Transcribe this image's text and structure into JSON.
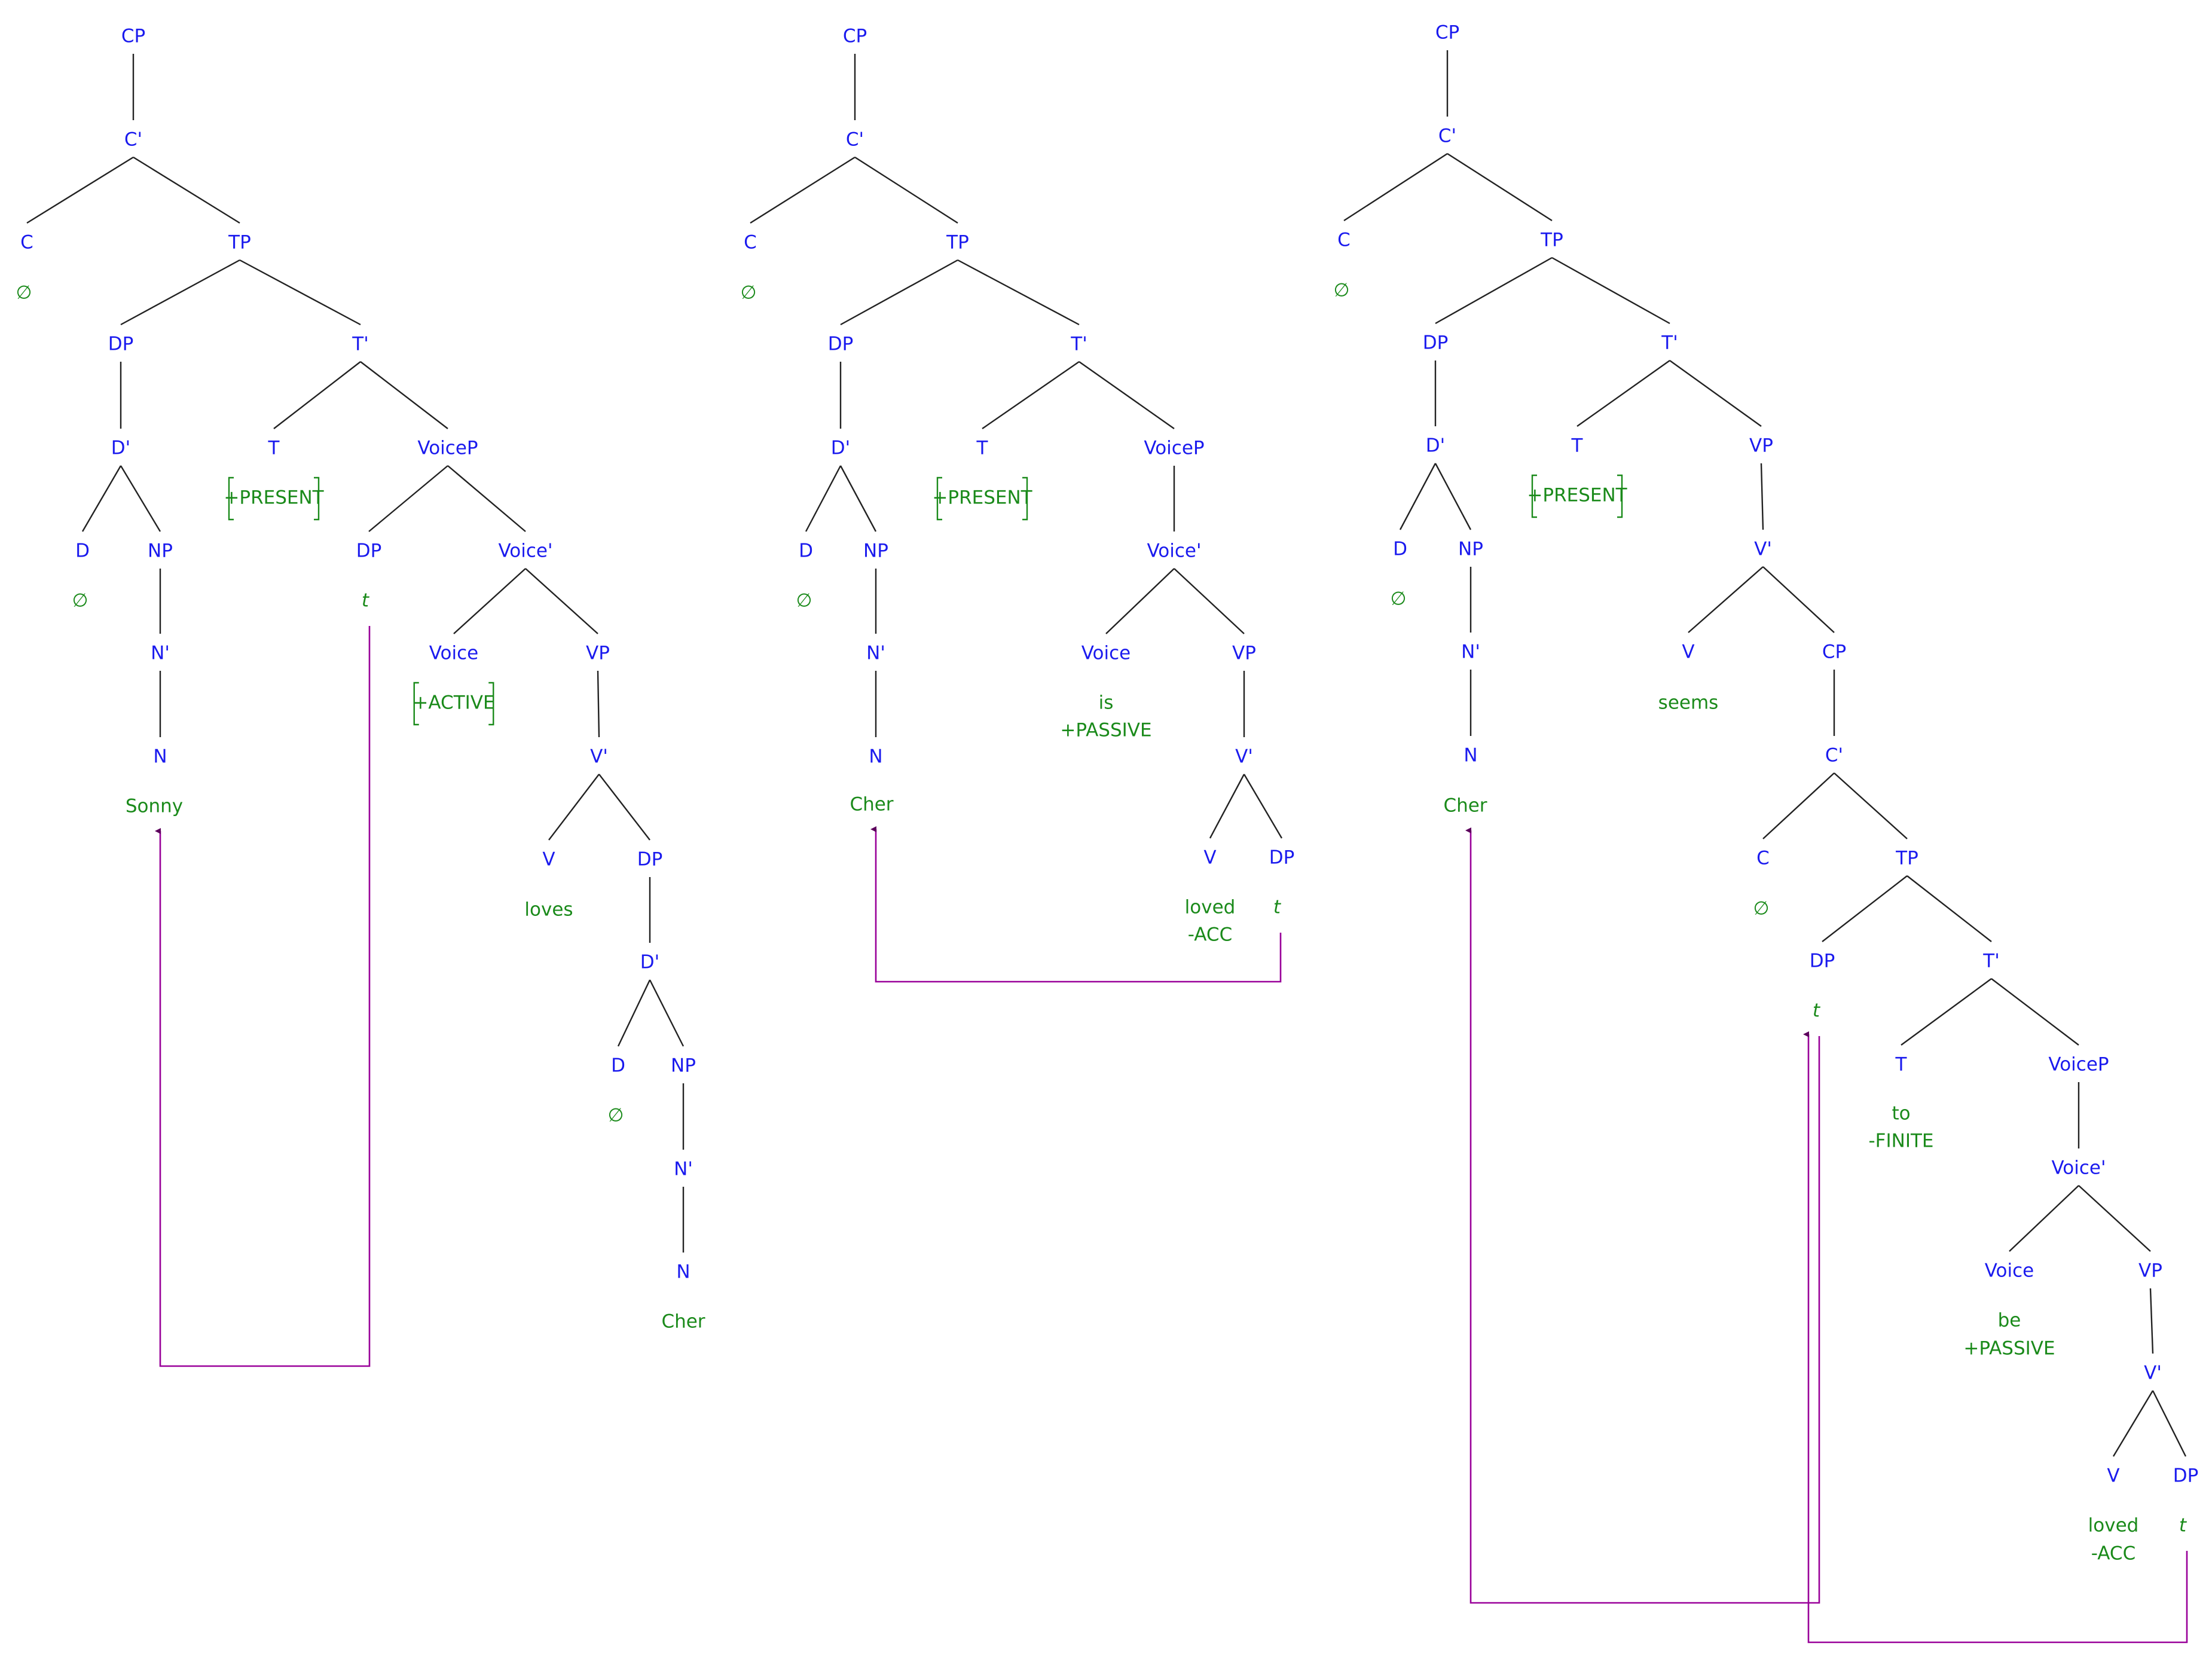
{
  "colors": {
    "category": "#1a1aee",
    "terminal": "#1a8a1a",
    "edge": "#222222",
    "movement": "#990099",
    "arrowhead": "#5c005c"
  },
  "trees": [
    {
      "id": "tree-1",
      "nodes": [
        {
          "id": "cp",
          "label": "CP",
          "kind": "cat"
        },
        {
          "id": "cbar",
          "label": "C'",
          "kind": "cat",
          "parent": "cp"
        },
        {
          "id": "c",
          "label": "C",
          "kind": "cat",
          "parent": "cbar"
        },
        {
          "id": "c-null",
          "label": "∅",
          "kind": "word",
          "parent": "c"
        },
        {
          "id": "tp",
          "label": "TP",
          "kind": "cat",
          "parent": "cbar"
        },
        {
          "id": "dp",
          "label": "DP",
          "kind": "cat",
          "parent": "tp"
        },
        {
          "id": "dbar",
          "label": "D'",
          "kind": "cat",
          "parent": "dp"
        },
        {
          "id": "d",
          "label": "D",
          "kind": "cat",
          "parent": "dbar"
        },
        {
          "id": "d-null",
          "label": "∅",
          "kind": "word",
          "parent": "d"
        },
        {
          "id": "np",
          "label": "NP",
          "kind": "cat",
          "parent": "dbar"
        },
        {
          "id": "nbar",
          "label": "N'",
          "kind": "cat",
          "parent": "np"
        },
        {
          "id": "n",
          "label": "N",
          "kind": "cat",
          "parent": "nbar"
        },
        {
          "id": "n-word",
          "label": "Sonny",
          "kind": "word",
          "parent": "n"
        },
        {
          "id": "tbar",
          "label": "T'",
          "kind": "cat",
          "parent": "tp"
        },
        {
          "id": "t",
          "label": "T",
          "kind": "cat",
          "parent": "tbar"
        },
        {
          "id": "t-feat",
          "label": "+PRESENT",
          "kind": "word",
          "bracket": true,
          "parent": "t"
        },
        {
          "id": "voicep",
          "label": "VoiceP",
          "kind": "cat",
          "parent": "tbar"
        },
        {
          "id": "dp2",
          "label": "DP",
          "kind": "cat",
          "parent": "voicep"
        },
        {
          "id": "dp2-trace",
          "label": "t",
          "kind": "trace",
          "parent": "dp2"
        },
        {
          "id": "voicebar",
          "label": "Voice'",
          "kind": "cat",
          "parent": "voicep"
        },
        {
          "id": "voice",
          "label": "Voice",
          "kind": "cat",
          "parent": "voicebar"
        },
        {
          "id": "voice-feat",
          "label": "+ACTIVE",
          "kind": "word",
          "bracket": true,
          "parent": "voice"
        },
        {
          "id": "vp",
          "label": "VP",
          "kind": "cat",
          "parent": "voicebar"
        },
        {
          "id": "vbar",
          "label": "V'",
          "kind": "cat",
          "parent": "vp"
        },
        {
          "id": "v",
          "label": "V",
          "kind": "cat",
          "parent": "vbar"
        },
        {
          "id": "v-word",
          "label": "loves",
          "kind": "word",
          "parent": "v"
        },
        {
          "id": "dp3",
          "label": "DP",
          "kind": "cat",
          "parent": "vbar"
        },
        {
          "id": "dbar3",
          "label": "D'",
          "kind": "cat",
          "parent": "dp3"
        },
        {
          "id": "d3",
          "label": "D",
          "kind": "cat",
          "parent": "dbar3"
        },
        {
          "id": "d3-null",
          "label": "∅",
          "kind": "word",
          "parent": "d3"
        },
        {
          "id": "np3",
          "label": "NP",
          "kind": "cat",
          "parent": "dbar3"
        },
        {
          "id": "nbar3",
          "label": "N'",
          "kind": "cat",
          "parent": "np3"
        },
        {
          "id": "n3",
          "label": "N",
          "kind": "cat",
          "parent": "nbar3"
        },
        {
          "id": "n3-word",
          "label": "Cher",
          "kind": "word",
          "parent": "n3"
        }
      ],
      "movements": [
        {
          "from": "dp2-trace",
          "to": "n-word"
        }
      ]
    },
    {
      "id": "tree-2",
      "nodes": [
        {
          "id": "cp",
          "label": "CP",
          "kind": "cat"
        },
        {
          "id": "cbar",
          "label": "C'",
          "kind": "cat",
          "parent": "cp"
        },
        {
          "id": "c",
          "label": "C",
          "kind": "cat",
          "parent": "cbar"
        },
        {
          "id": "c-null",
          "label": "∅",
          "kind": "word",
          "parent": "c"
        },
        {
          "id": "tp",
          "label": "TP",
          "kind": "cat",
          "parent": "cbar"
        },
        {
          "id": "dp",
          "label": "DP",
          "kind": "cat",
          "parent": "tp"
        },
        {
          "id": "dbar",
          "label": "D'",
          "kind": "cat",
          "parent": "dp"
        },
        {
          "id": "d",
          "label": "D",
          "kind": "cat",
          "parent": "dbar"
        },
        {
          "id": "d-null",
          "label": "∅",
          "kind": "word",
          "parent": "d"
        },
        {
          "id": "np",
          "label": "NP",
          "kind": "cat",
          "parent": "dbar"
        },
        {
          "id": "nbar",
          "label": "N'",
          "kind": "cat",
          "parent": "np"
        },
        {
          "id": "n",
          "label": "N",
          "kind": "cat",
          "parent": "nbar"
        },
        {
          "id": "n-word",
          "label": "Cher",
          "kind": "word",
          "parent": "n"
        },
        {
          "id": "tbar",
          "label": "T'",
          "kind": "cat",
          "parent": "tp"
        },
        {
          "id": "t",
          "label": "T",
          "kind": "cat",
          "parent": "tbar"
        },
        {
          "id": "t-feat",
          "label": "+PRESENT",
          "kind": "word",
          "bracket": true,
          "parent": "t"
        },
        {
          "id": "voicep",
          "label": "VoiceP",
          "kind": "cat",
          "parent": "tbar"
        },
        {
          "id": "voicebar",
          "label": "Voice'",
          "kind": "cat",
          "parent": "voicep"
        },
        {
          "id": "voice",
          "label": "Voice",
          "kind": "cat",
          "parent": "voicebar"
        },
        {
          "id": "voice-word",
          "label": "is",
          "kind": "word",
          "parent": "voice"
        },
        {
          "id": "voice-feat",
          "label": "+PASSIVE",
          "kind": "word",
          "parent": "voice"
        },
        {
          "id": "vp",
          "label": "VP",
          "kind": "cat",
          "parent": "voicebar"
        },
        {
          "id": "vbar",
          "label": "V'",
          "kind": "cat",
          "parent": "vp"
        },
        {
          "id": "v",
          "label": "V",
          "kind": "cat",
          "parent": "vbar"
        },
        {
          "id": "v-word",
          "label": "loved",
          "kind": "word",
          "parent": "v"
        },
        {
          "id": "v-feat",
          "label": "-ACC",
          "kind": "word",
          "parent": "v"
        },
        {
          "id": "dp4",
          "label": "DP",
          "kind": "cat",
          "parent": "vbar"
        },
        {
          "id": "dp4-trace",
          "label": "t",
          "kind": "trace",
          "parent": "dp4"
        }
      ],
      "movements": [
        {
          "from": "dp4-trace",
          "to": "n-word"
        }
      ]
    },
    {
      "id": "tree-3",
      "nodes": [
        {
          "id": "cp",
          "label": "CP",
          "kind": "cat"
        },
        {
          "id": "cbar",
          "label": "C'",
          "kind": "cat",
          "parent": "cp"
        },
        {
          "id": "c",
          "label": "C",
          "kind": "cat",
          "parent": "cbar"
        },
        {
          "id": "c-null",
          "label": "∅",
          "kind": "word",
          "parent": "c"
        },
        {
          "id": "tp",
          "label": "TP",
          "kind": "cat",
          "parent": "cbar"
        },
        {
          "id": "dp",
          "label": "DP",
          "kind": "cat",
          "parent": "tp"
        },
        {
          "id": "dbar",
          "label": "D'",
          "kind": "cat",
          "parent": "dp"
        },
        {
          "id": "d",
          "label": "D",
          "kind": "cat",
          "parent": "dbar"
        },
        {
          "id": "d-null",
          "label": "∅",
          "kind": "word",
          "parent": "d"
        },
        {
          "id": "np",
          "label": "NP",
          "kind": "cat",
          "parent": "dbar"
        },
        {
          "id": "nbar",
          "label": "N'",
          "kind": "cat",
          "parent": "np"
        },
        {
          "id": "n",
          "label": "N",
          "kind": "cat",
          "parent": "nbar"
        },
        {
          "id": "n-word",
          "label": "Cher",
          "kind": "word",
          "parent": "n"
        },
        {
          "id": "tbar",
          "label": "T'",
          "kind": "cat",
          "parent": "tp"
        },
        {
          "id": "t",
          "label": "T",
          "kind": "cat",
          "parent": "tbar"
        },
        {
          "id": "t-feat",
          "label": "+PRESENT",
          "kind": "word",
          "bracket": true,
          "parent": "t"
        },
        {
          "id": "vp",
          "label": "VP",
          "kind": "cat",
          "parent": "tbar"
        },
        {
          "id": "vbar",
          "label": "V'",
          "kind": "cat",
          "parent": "vp"
        },
        {
          "id": "v",
          "label": "V",
          "kind": "cat",
          "parent": "vbar"
        },
        {
          "id": "v-word",
          "label": "seems",
          "kind": "word",
          "parent": "v"
        },
        {
          "id": "cp2",
          "label": "CP",
          "kind": "cat",
          "parent": "vbar"
        },
        {
          "id": "cbar2",
          "label": "C'",
          "kind": "cat",
          "parent": "cp2"
        },
        {
          "id": "c2",
          "label": "C",
          "kind": "cat",
          "parent": "cbar2"
        },
        {
          "id": "c2-null",
          "label": "∅",
          "kind": "word",
          "parent": "c2"
        },
        {
          "id": "tp2",
          "label": "TP",
          "kind": "cat",
          "parent": "cbar2"
        },
        {
          "id": "dp2",
          "label": "DP",
          "kind": "cat",
          "parent": "tp2"
        },
        {
          "id": "dp2-trace",
          "label": "t",
          "kind": "trace",
          "parent": "dp2"
        },
        {
          "id": "tbar2",
          "label": "T'",
          "kind": "cat",
          "parent": "tp2"
        },
        {
          "id": "t2",
          "label": "T",
          "kind": "cat",
          "parent": "tbar2"
        },
        {
          "id": "t2-word",
          "label": "to",
          "kind": "word",
          "parent": "t2"
        },
        {
          "id": "t2-feat",
          "label": "-FINITE",
          "kind": "word",
          "parent": "t2"
        },
        {
          "id": "voicep",
          "label": "VoiceP",
          "kind": "cat",
          "parent": "tbar2"
        },
        {
          "id": "voicebar",
          "label": "Voice'",
          "kind": "cat",
          "parent": "voicep"
        },
        {
          "id": "voice",
          "label": "Voice",
          "kind": "cat",
          "parent": "voicebar"
        },
        {
          "id": "voice-word",
          "label": "be",
          "kind": "word",
          "parent": "voice"
        },
        {
          "id": "voice-feat",
          "label": "+PASSIVE",
          "kind": "word",
          "parent": "voice"
        },
        {
          "id": "vp2",
          "label": "VP",
          "kind": "cat",
          "parent": "voicebar"
        },
        {
          "id": "vbar2",
          "label": "V'",
          "kind": "cat",
          "parent": "vp2"
        },
        {
          "id": "v2",
          "label": "V",
          "kind": "cat",
          "parent": "vbar2"
        },
        {
          "id": "v2-word",
          "label": "loved",
          "kind": "word",
          "parent": "v2"
        },
        {
          "id": "v2-feat",
          "label": "-ACC",
          "kind": "word",
          "parent": "v2"
        },
        {
          "id": "dp3",
          "label": "DP",
          "kind": "cat",
          "parent": "vbar2"
        },
        {
          "id": "dp3-trace",
          "label": "t",
          "kind": "trace",
          "parent": "dp3"
        }
      ],
      "movements": [
        {
          "from": "dp2-trace",
          "to": "n-word"
        },
        {
          "from": "dp3-trace",
          "to": "dp2-trace"
        }
      ]
    }
  ]
}
